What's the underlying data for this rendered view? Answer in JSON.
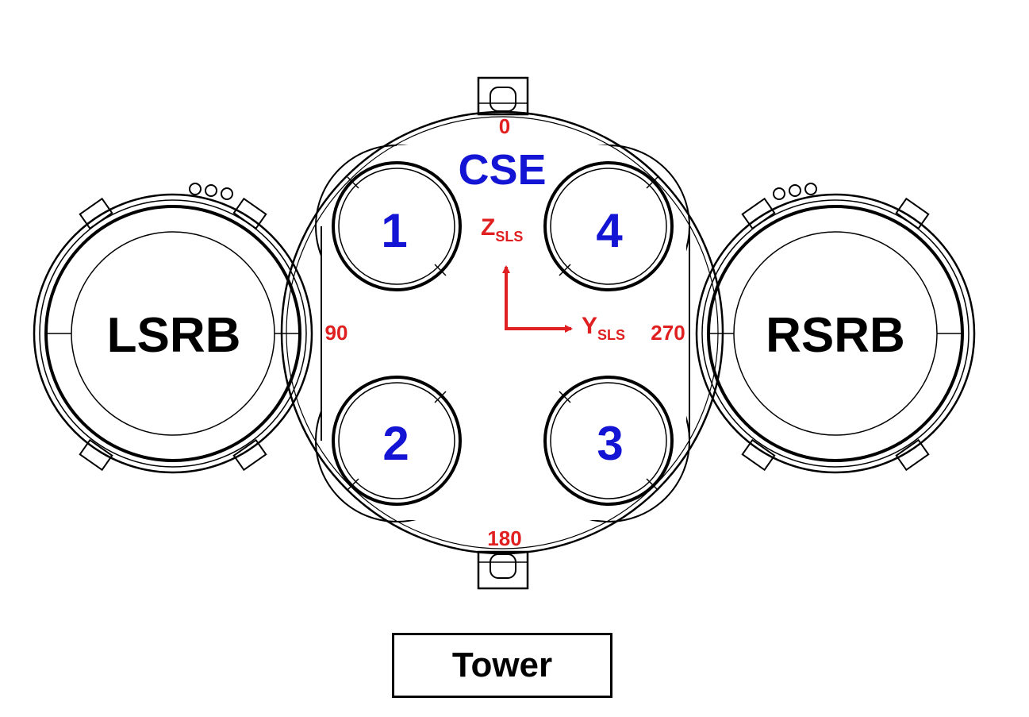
{
  "labels": {
    "core": "CSE",
    "left_booster": "LSRB",
    "right_booster": "RSRB",
    "engines": [
      "1",
      "4",
      "2",
      "3"
    ],
    "tower": "Tower"
  },
  "angles": {
    "top": "0",
    "left": "90",
    "right": "270",
    "bottom": "180"
  },
  "axes": {
    "z": {
      "letter": "Z",
      "subscript": "SLS"
    },
    "y": {
      "letter": "Y",
      "subscript": "SLS"
    }
  },
  "colors": {
    "engine_labels": "#1414d4",
    "angle_labels": "#e02020",
    "axes": "#e02020",
    "outline": "#000000"
  }
}
